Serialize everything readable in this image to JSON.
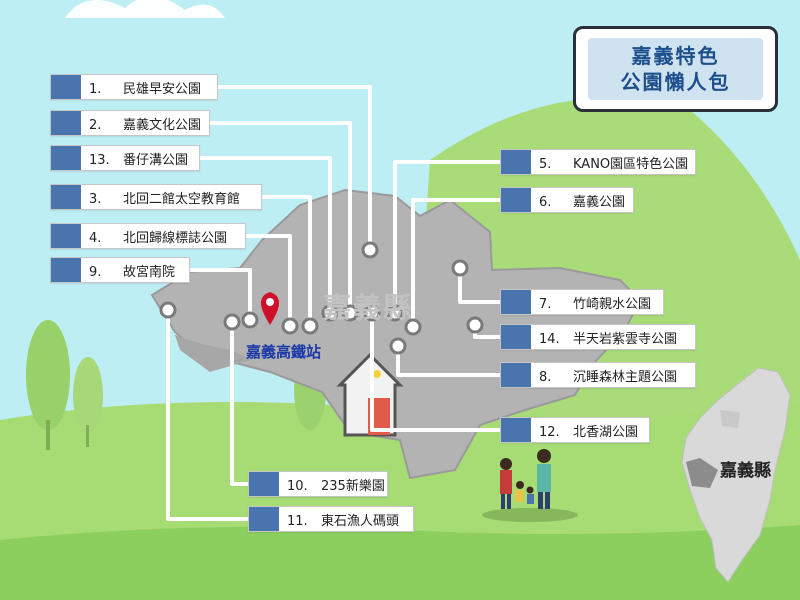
{
  "title": {
    "line1": "嘉義特色",
    "line2": "公園懶人包"
  },
  "map": {
    "county_watermark": "嘉義縣",
    "station": "嘉義高鐵站",
    "taiwan_label": "嘉義縣"
  },
  "parks": [
    {
      "num": "1.",
      "name": "民雄早安公園"
    },
    {
      "num": "2.",
      "name": "嘉義文化公園"
    },
    {
      "num": "13.",
      "name": "番仔溝公園"
    },
    {
      "num": "3.",
      "name": "北回二館太空教育館"
    },
    {
      "num": "4.",
      "name": "北回歸線標誌公園"
    },
    {
      "num": "9.",
      "name": "故宮南院"
    },
    {
      "num": "5.",
      "name": "KANO園區特色公園"
    },
    {
      "num": "6.",
      "name": "嘉義公園"
    },
    {
      "num": "7.",
      "name": "竹崎親水公園"
    },
    {
      "num": "14.",
      "name": "半天岩紫雲寺公園"
    },
    {
      "num": "8.",
      "name": "沉睡森林主題公園"
    },
    {
      "num": "12.",
      "name": "北香湖公園"
    },
    {
      "num": "10.",
      "name": "235新樂園"
    },
    {
      "num": "11.",
      "name": "東石漁人碼頭"
    }
  ],
  "colors": {
    "sky": "#bdeef4",
    "grass": "#9fd66e",
    "map_gray": "#b3b3b3",
    "label_accent": "#4a74ad",
    "pin": "#d0102a",
    "title_text": "#1d4f8c"
  },
  "icons": [
    "location-pin-icon",
    "house-icon",
    "family-icon"
  ]
}
